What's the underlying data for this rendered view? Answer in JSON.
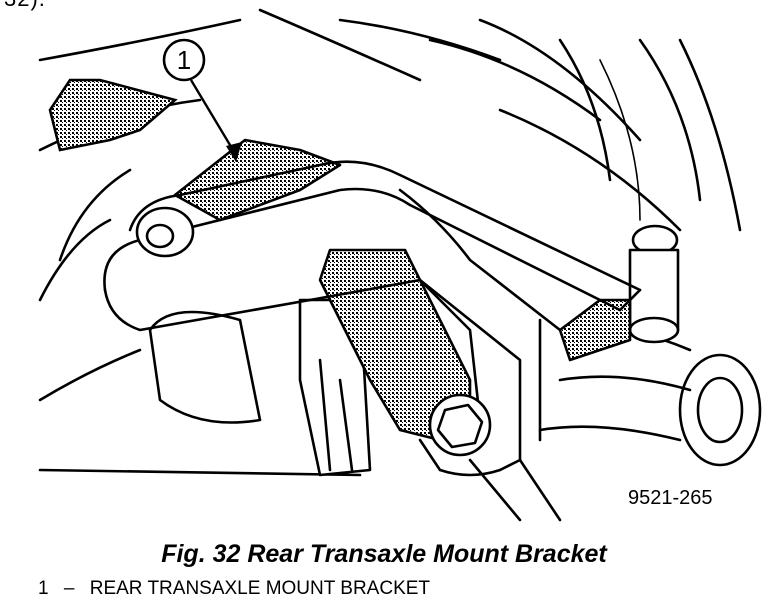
{
  "page": {
    "top_fragment": "32).",
    "figure_id": "9521-265",
    "caption": "Fig. 32 Rear Transaxle Mount Bracket",
    "callout": "1",
    "legend": [
      {
        "number": "1",
        "dash": "–",
        "label": "REAR TRANSAXLE MOUNT BRACKET"
      }
    ]
  },
  "colors": {
    "line": "#000000",
    "background": "#ffffff",
    "shade": "#9a9a9a"
  }
}
